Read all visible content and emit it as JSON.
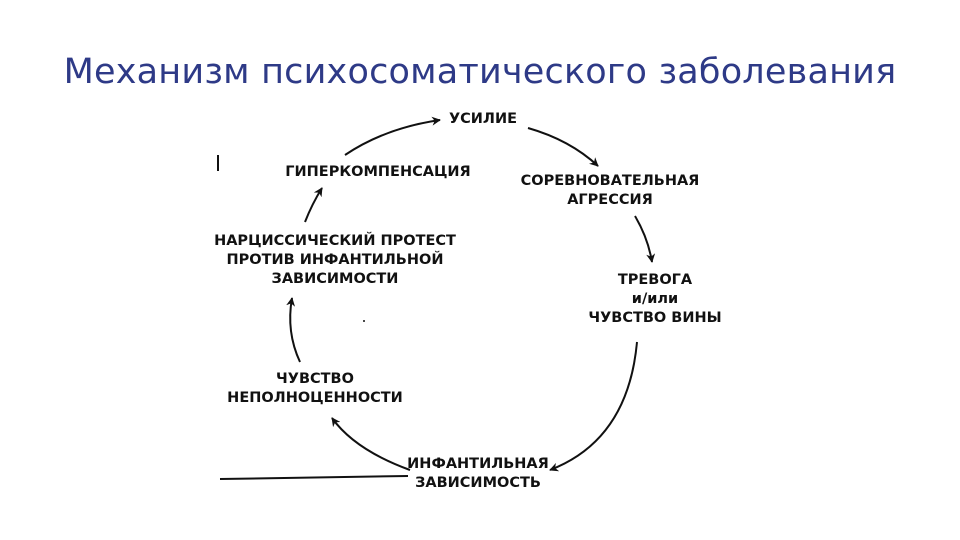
{
  "title": "Механизм психосоматического заболевания",
  "nodes": [
    {
      "id": "effort",
      "lines": [
        "УСИЛИЕ"
      ]
    },
    {
      "id": "aggression",
      "lines": [
        "СОРЕВНОВАТЕЛЬНАЯ",
        "АГРЕССИЯ"
      ]
    },
    {
      "id": "anxiety",
      "lines": [
        "ТРЕВОГА",
        "и/или",
        "ЧУВСТВО ВИНЫ"
      ]
    },
    {
      "id": "dependence",
      "lines": [
        "ИНФАНТИЛЬНАЯ",
        "ЗАВИСИМОСТЬ"
      ]
    },
    {
      "id": "inferiority",
      "lines": [
        "ЧУВСТВО",
        "НЕПОЛНОЦЕННОСТИ"
      ]
    },
    {
      "id": "protest",
      "lines": [
        "НАРЦИССИЧЕСКИЙ ПРОТЕСТ",
        "ПРОТИВ ИНФАНТИЛЬНОЙ",
        "ЗАВИСИМОСТИ"
      ]
    },
    {
      "id": "overcomp",
      "lines": [
        "ГИПЕРКОМПЕНСАЦИЯ"
      ]
    }
  ],
  "colors": {
    "title": "#2e3a87",
    "ink": "#111111"
  }
}
